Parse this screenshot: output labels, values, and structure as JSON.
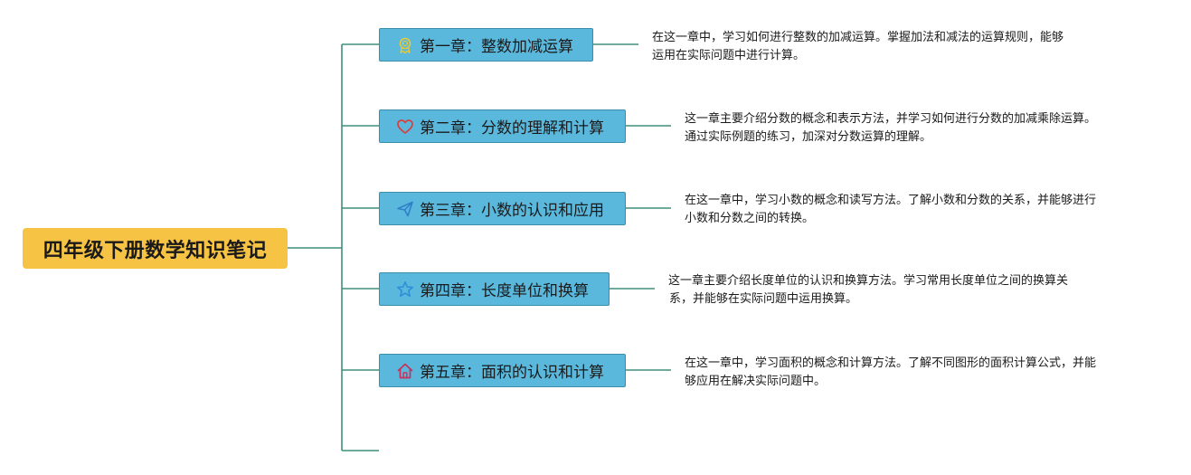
{
  "root": {
    "label": "四年级下册数学知识笔记"
  },
  "topics": [
    {
      "label": "第一章：整数加减运算",
      "icon": "medal-icon",
      "lines": [
        "在这一章中，学习如何进行整数的加减运算。掌握加法和减法的运算规则，能够",
        "运用在实际问题中进行计算。"
      ]
    },
    {
      "label": "第二章：分数的理解和计算",
      "icon": "heart-icon",
      "lines": [
        "这一章主要介绍分数的概念和表示方法，并学习如何进行分数的加减乘除运算。",
        "通过实际例题的练习，加深对分数运算的理解。"
      ]
    },
    {
      "label": "第三章：小数的认识和应用",
      "icon": "paper-plane-icon",
      "lines": [
        "在这一章中，学习小数的概念和读写方法。了解小数和分数的关系，并能够进行",
        "小数和分数之间的转换。"
      ]
    },
    {
      "label": "第四章：长度单位和换算",
      "icon": "star-icon",
      "lines": [
        "这一章主要介绍长度单位的认识和换算方法。学习常用长度单位之间的换算关",
        "系，并能够在实际问题中运用换算。"
      ]
    },
    {
      "label": "第五章：面积的认识和计算",
      "icon": "house-icon",
      "lines": [
        "在这一章中，学习面积的概念和计算方法。了解不同图形的面积计算公式，并能",
        "够应用在解决实际问题中。"
      ]
    }
  ],
  "colors": {
    "root_fill": "#f6c344",
    "topic_fill": "#5ab8dd",
    "topic_border": "#3b8ea9",
    "connector": "#3e8f7c"
  }
}
